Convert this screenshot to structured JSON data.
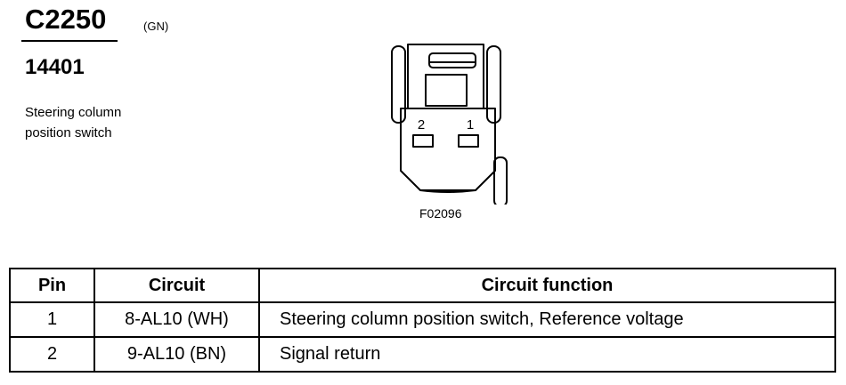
{
  "header": {
    "connector_id": "C2250",
    "color_code": "(GN)",
    "part_number": "14401",
    "description_lines": [
      "Steering column",
      "position switch"
    ]
  },
  "diagram": {
    "pin_labels": [
      "2",
      "1"
    ],
    "figure_id": "F02096"
  },
  "table": {
    "headers": [
      "Pin",
      "Circuit",
      "Circuit function"
    ],
    "rows": [
      {
        "pin": "1",
        "circuit": "8-AL10 (WH)",
        "function": "Steering column position switch, Reference voltage"
      },
      {
        "pin": "2",
        "circuit": "9-AL10 (BN)",
        "function": "Signal return"
      }
    ]
  }
}
